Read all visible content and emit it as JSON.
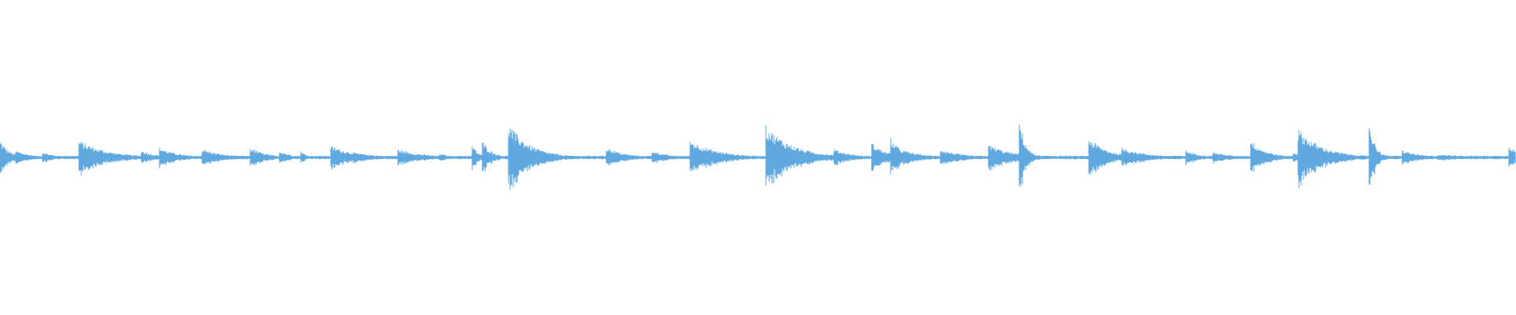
{
  "waveform": {
    "color": "#5fa8e0",
    "background": "#ffffff",
    "baseline_amplitude": 0.012,
    "segments": [
      {
        "t": 0.0,
        "amp": 0.12,
        "decay": 0.006
      },
      {
        "t": 0.01,
        "amp": 0.05,
        "decay": 0.01
      },
      {
        "t": 0.028,
        "amp": 0.04,
        "decay": 0.008
      },
      {
        "t": 0.052,
        "amp": 0.12,
        "decay": 0.018
      },
      {
        "t": 0.093,
        "amp": 0.05,
        "decay": 0.01
      },
      {
        "t": 0.105,
        "amp": 0.07,
        "decay": 0.012
      },
      {
        "t": 0.133,
        "amp": 0.06,
        "decay": 0.014
      },
      {
        "t": 0.165,
        "amp": 0.07,
        "decay": 0.01
      },
      {
        "t": 0.184,
        "amp": 0.05,
        "decay": 0.008
      },
      {
        "t": 0.198,
        "amp": 0.05,
        "decay": 0.004
      },
      {
        "t": 0.218,
        "amp": 0.08,
        "decay": 0.018
      },
      {
        "t": 0.262,
        "amp": 0.06,
        "decay": 0.016
      },
      {
        "t": 0.29,
        "amp": 0.03,
        "decay": 0.006
      },
      {
        "t": 0.311,
        "amp": 0.1,
        "decay": 0.004
      },
      {
        "t": 0.318,
        "amp": 0.12,
        "decay": 0.006
      },
      {
        "t": 0.335,
        "amp": 0.24,
        "decay": 0.014
      },
      {
        "t": 0.4,
        "amp": 0.07,
        "decay": 0.012
      },
      {
        "t": 0.43,
        "amp": 0.05,
        "decay": 0.01
      },
      {
        "t": 0.455,
        "amp": 0.12,
        "decay": 0.018
      },
      {
        "t": 0.505,
        "amp": 0.22,
        "decay": 0.018
      },
      {
        "t": 0.55,
        "amp": 0.06,
        "decay": 0.012
      },
      {
        "t": 0.575,
        "amp": 0.1,
        "decay": 0.01
      },
      {
        "t": 0.587,
        "amp": 0.14,
        "decay": 0.008
      },
      {
        "t": 0.596,
        "amp": 0.05,
        "decay": 0.014
      },
      {
        "t": 0.62,
        "amp": 0.06,
        "decay": 0.014
      },
      {
        "t": 0.652,
        "amp": 0.09,
        "decay": 0.016
      },
      {
        "t": 0.672,
        "amp": 0.3,
        "decay": 0.004
      },
      {
        "t": 0.678,
        "amp": 0.05,
        "decay": 0.006
      },
      {
        "t": 0.718,
        "amp": 0.14,
        "decay": 0.012
      },
      {
        "t": 0.74,
        "amp": 0.07,
        "decay": 0.016
      },
      {
        "t": 0.782,
        "amp": 0.05,
        "decay": 0.01
      },
      {
        "t": 0.8,
        "amp": 0.04,
        "decay": 0.012
      },
      {
        "t": 0.825,
        "amp": 0.12,
        "decay": 0.01
      },
      {
        "t": 0.853,
        "amp": 0.04,
        "decay": 0.006
      },
      {
        "t": 0.856,
        "amp": 0.2,
        "decay": 0.016
      },
      {
        "t": 0.874,
        "amp": 0.06,
        "decay": 0.01
      },
      {
        "t": 0.903,
        "amp": 0.26,
        "decay": 0.004
      },
      {
        "t": 0.925,
        "amp": 0.05,
        "decay": 0.012
      },
      {
        "t": 0.948,
        "amp": 0.02,
        "decay": 0.04
      },
      {
        "t": 0.995,
        "amp": 0.1,
        "decay": 0.006
      }
    ]
  }
}
